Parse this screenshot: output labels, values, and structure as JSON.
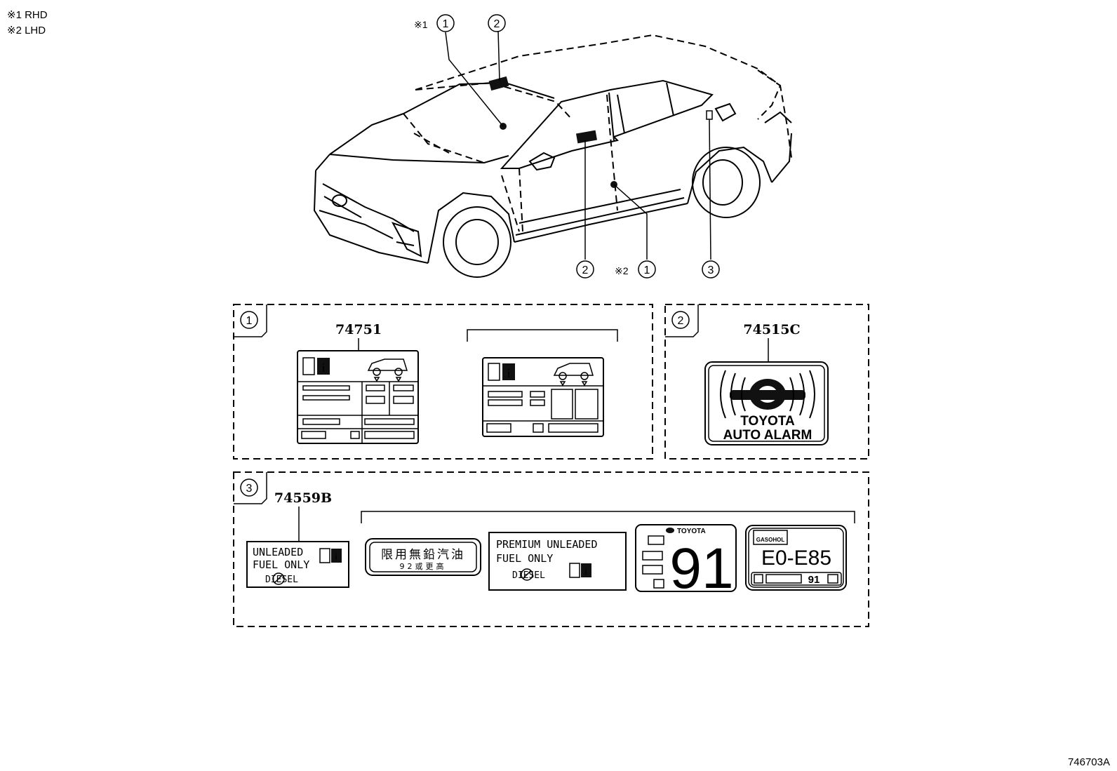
{
  "notes": [
    "※1 RHD",
    "※2 LHD"
  ],
  "callouts": {
    "c1_top_mark": "※1",
    "c1_top_num": "1",
    "c2_top_num": "2",
    "c2_bottom_num": "2",
    "c1_bottom_mark": "※2",
    "c1_bottom_num": "1",
    "c3_bottom_num": "3"
  },
  "panels": {
    "p1": {
      "num": "1",
      "part": "74751"
    },
    "p2": {
      "num": "2",
      "part": "74515C",
      "label_line1": "TOYOTA",
      "label_line2": "AUTO ALARM"
    },
    "p3": {
      "num": "3",
      "part": "74559B",
      "fuel_a": {
        "line1": "UNLEADED",
        "line2": "FUEL ONLY",
        "crossed": "DIESEL"
      },
      "fuel_b": {
        "line1": "限用無鉛汽油",
        "line2": "92或更高"
      },
      "fuel_c": {
        "line1": "PREMIUM UNLEADED",
        "line2": "FUEL ONLY",
        "crossed": "DIESEL"
      },
      "fuel_d": {
        "brand": "TOYOTA",
        "octane": "91"
      },
      "fuel_e": {
        "tag": "GASOHOL",
        "range": "E0-E85",
        "octane": "91"
      }
    }
  },
  "figure_id": "746703A"
}
